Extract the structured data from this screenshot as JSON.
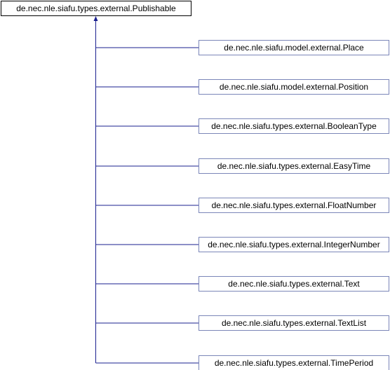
{
  "diagram": {
    "root": {
      "label": "de.nec.nle.siafu.types.external.Publishable"
    },
    "children": [
      {
        "label": "de.nec.nle.siafu.model.external.Place"
      },
      {
        "label": "de.nec.nle.siafu.model.external.Position"
      },
      {
        "label": "de.nec.nle.siafu.types.external.BooleanType"
      },
      {
        "label": "de.nec.nle.siafu.types.external.EasyTime"
      },
      {
        "label": "de.nec.nle.siafu.types.external.FloatNumber"
      },
      {
        "label": "de.nec.nle.siafu.types.external.IntegerNumber"
      },
      {
        "label": "de.nec.nle.siafu.types.external.Text"
      },
      {
        "label": "de.nec.nle.siafu.types.external.TextList"
      },
      {
        "label": "de.nec.nle.siafu.types.external.TimePeriod"
      }
    ],
    "colors": {
      "edge": "#1a1f8f",
      "child_border": "#7b86b8",
      "root_border": "#000000"
    }
  }
}
